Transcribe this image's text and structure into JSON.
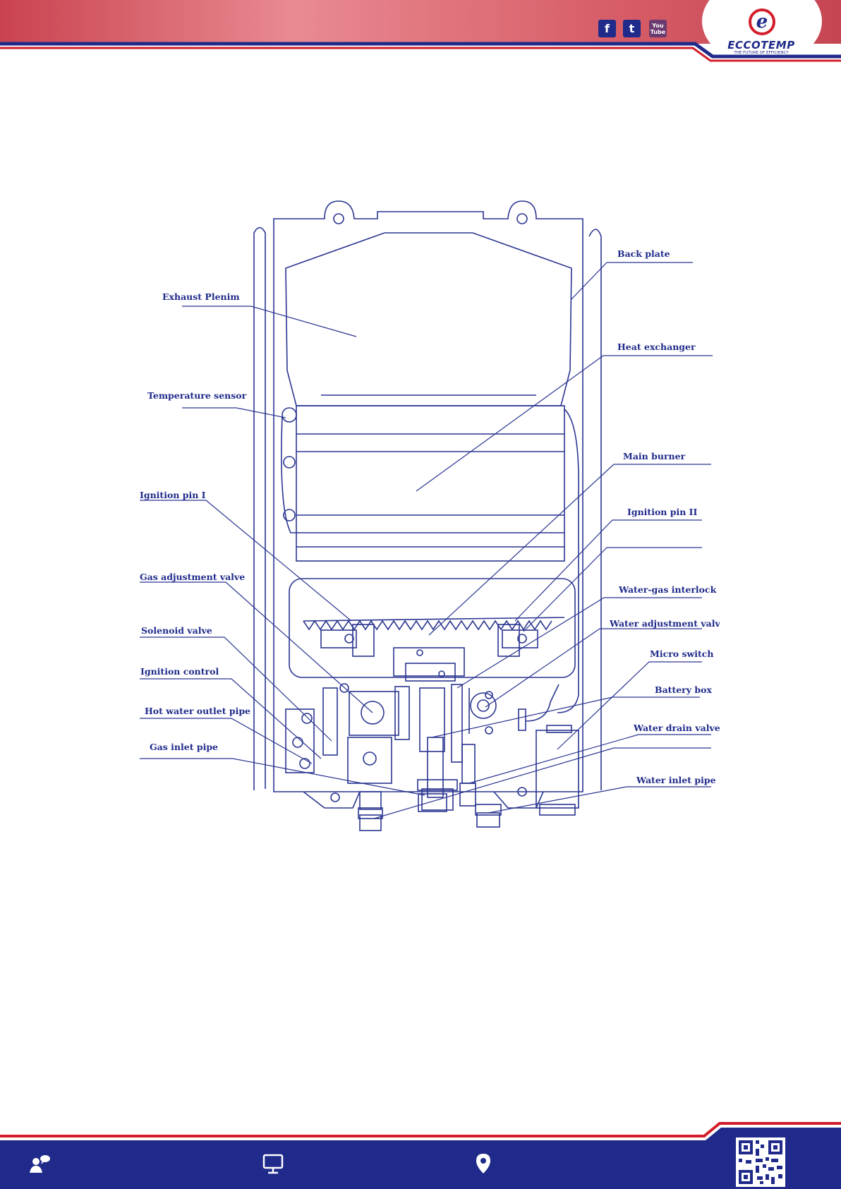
{
  "header": {
    "social_icons": [
      "facebook-icon",
      "twitter-icon",
      "youtube-icon"
    ],
    "facebook_glyph": "f",
    "twitter_glyph": "t",
    "youtube_top": "You",
    "youtube_bottom": "Tube",
    "logo": {
      "name": "ECCOTEMP",
      "tagline": "THE FUTURE OF EFFICIENCY"
    },
    "colors": {
      "banner": "#d8606a",
      "brand": "#1f2a8a",
      "accent": "#d21e2b"
    }
  },
  "diagram": {
    "labels": {
      "exhaust_plenum": "Exhaust Plenim",
      "back_plate": "Back plate",
      "heat_exchanger": "Heat exchanger",
      "temperature_sensor": "Temperature sensor",
      "main_burner": "Main burner",
      "ignition_pin_1": "Ignition pin I",
      "ignition_pin_2": "Ignition pin II",
      "gas_adjustment_valve": "Gas adjustment valve",
      "water_gas_interlock": "Water-gas interlock",
      "water_adjustment_valve": "Water adjustment valve",
      "solenoid_valve": "Solenoid valve",
      "micro_switch": "Micro switch",
      "ignition_control": "Ignition control",
      "battery_box": "Battery box",
      "hot_water_outlet_pipe": "Hot water outlet pipe",
      "water_drain_valve": "Water drain valve",
      "gas_inlet_pipe": "Gas inlet pipe",
      "water_inlet_pipe": "Water inlet pipe"
    },
    "colors": {
      "line": "#2a3590"
    }
  },
  "footer": {
    "icons": [
      "contact-icon",
      "monitor-icon",
      "location-pin-icon",
      "qr-code"
    ],
    "colors": {
      "bar": "#1f2a8a",
      "stripe": "#d21e2b"
    }
  }
}
